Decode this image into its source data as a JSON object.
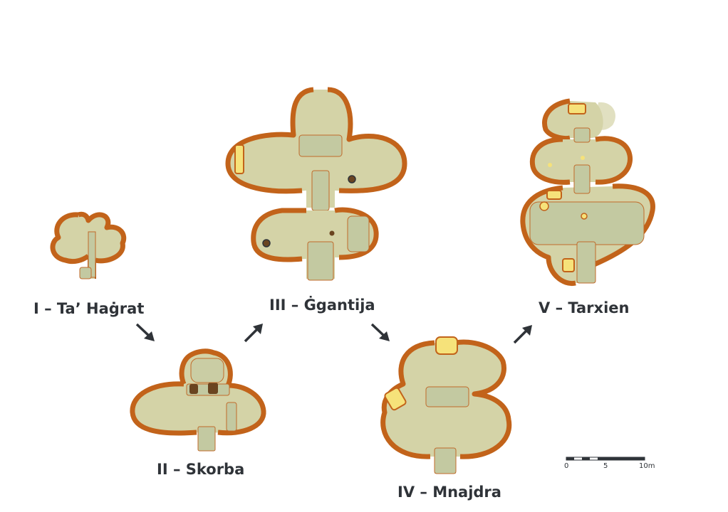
{
  "labels": {
    "phase1": "I – Ta’ Haġrat",
    "phase2": "II – Skorba",
    "phase3": "III – Ġgantija",
    "phase4": "IV – Mnajdra",
    "phase5": "V – Tarxien"
  },
  "scale": {
    "t0": "0",
    "t5": "5",
    "t10": "10m"
  },
  "colors": {
    "wall": "#c2631a",
    "room": "#d4d3a7",
    "floor": "#c3c9a1",
    "highlight": "#f6e27a",
    "text": "#2f3338"
  }
}
